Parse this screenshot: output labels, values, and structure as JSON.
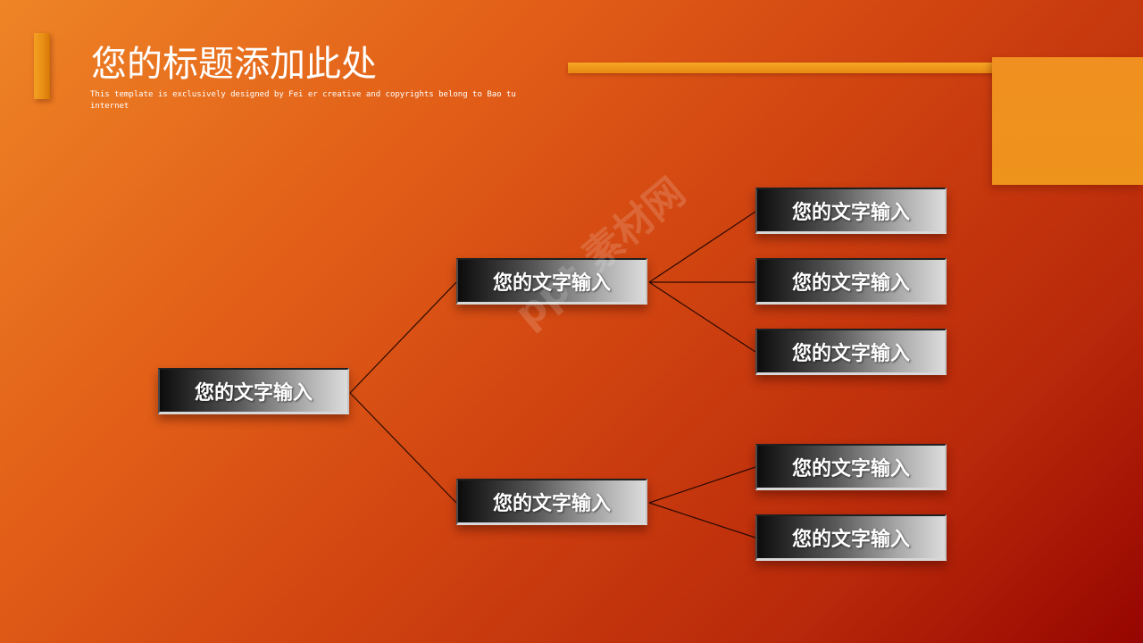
{
  "slide": {
    "title": "您的标题添加此处",
    "subtitle": "This template is exclusively designed by Fei er creative and copyrights belong to Bao tu internet",
    "watermark": "ppt 素材网"
  },
  "tree": {
    "root": "您的文字输入",
    "branch_upper": "您的文字输入",
    "branch_lower": "您的文字输入",
    "upper_leaves": [
      "您的文字输入",
      "您的文字输入",
      "您的文字输入"
    ],
    "lower_leaves": [
      "您的文字输入",
      "您的文字输入"
    ]
  },
  "colors": {
    "background_start": "#ee8426",
    "background_end": "#960500",
    "accent": "#f0931c",
    "connector": "#2a0a00",
    "node_text": "#ffffff"
  }
}
